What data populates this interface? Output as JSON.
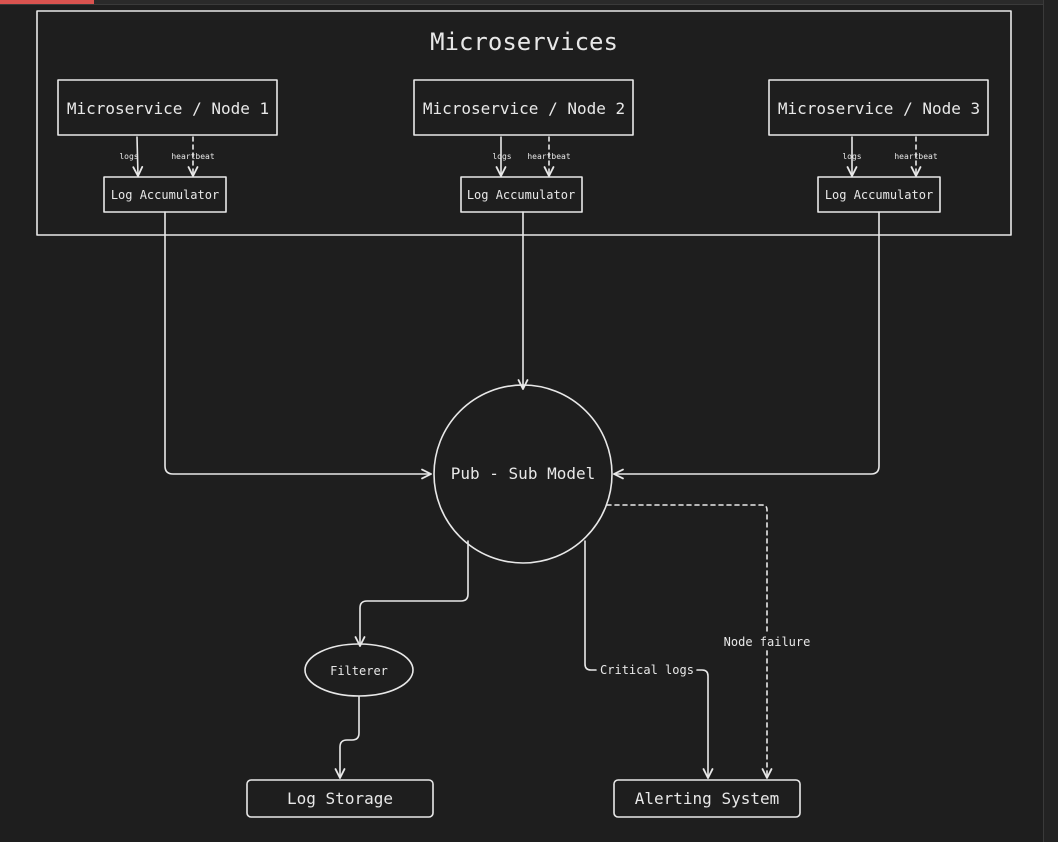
{
  "colors": {
    "background": "#1e1e1e",
    "stroke": "#e8e8e8",
    "accent": "#d9534f"
  },
  "group": {
    "title": "Microservices"
  },
  "nodes": [
    {
      "label": "Microservice / Node 1",
      "logs": "logs",
      "heartbeat": "heartbeat",
      "accumulator": "Log Accumulator"
    },
    {
      "label": "Microservice / Node 2",
      "logs": "logs",
      "heartbeat": "heartbeat",
      "accumulator": "Log Accumulator"
    },
    {
      "label": "Microservice / Node 3",
      "logs": "logs",
      "heartbeat": "heartbeat",
      "accumulator": "Log Accumulator"
    }
  ],
  "hub": {
    "label": "Pub - Sub Model"
  },
  "filter": {
    "label": "Filterer"
  },
  "storage": {
    "label": "Log Storage"
  },
  "alerting": {
    "label": "Alerting System"
  },
  "edges": {
    "critical": "Critical logs",
    "failure": "Node failure"
  }
}
